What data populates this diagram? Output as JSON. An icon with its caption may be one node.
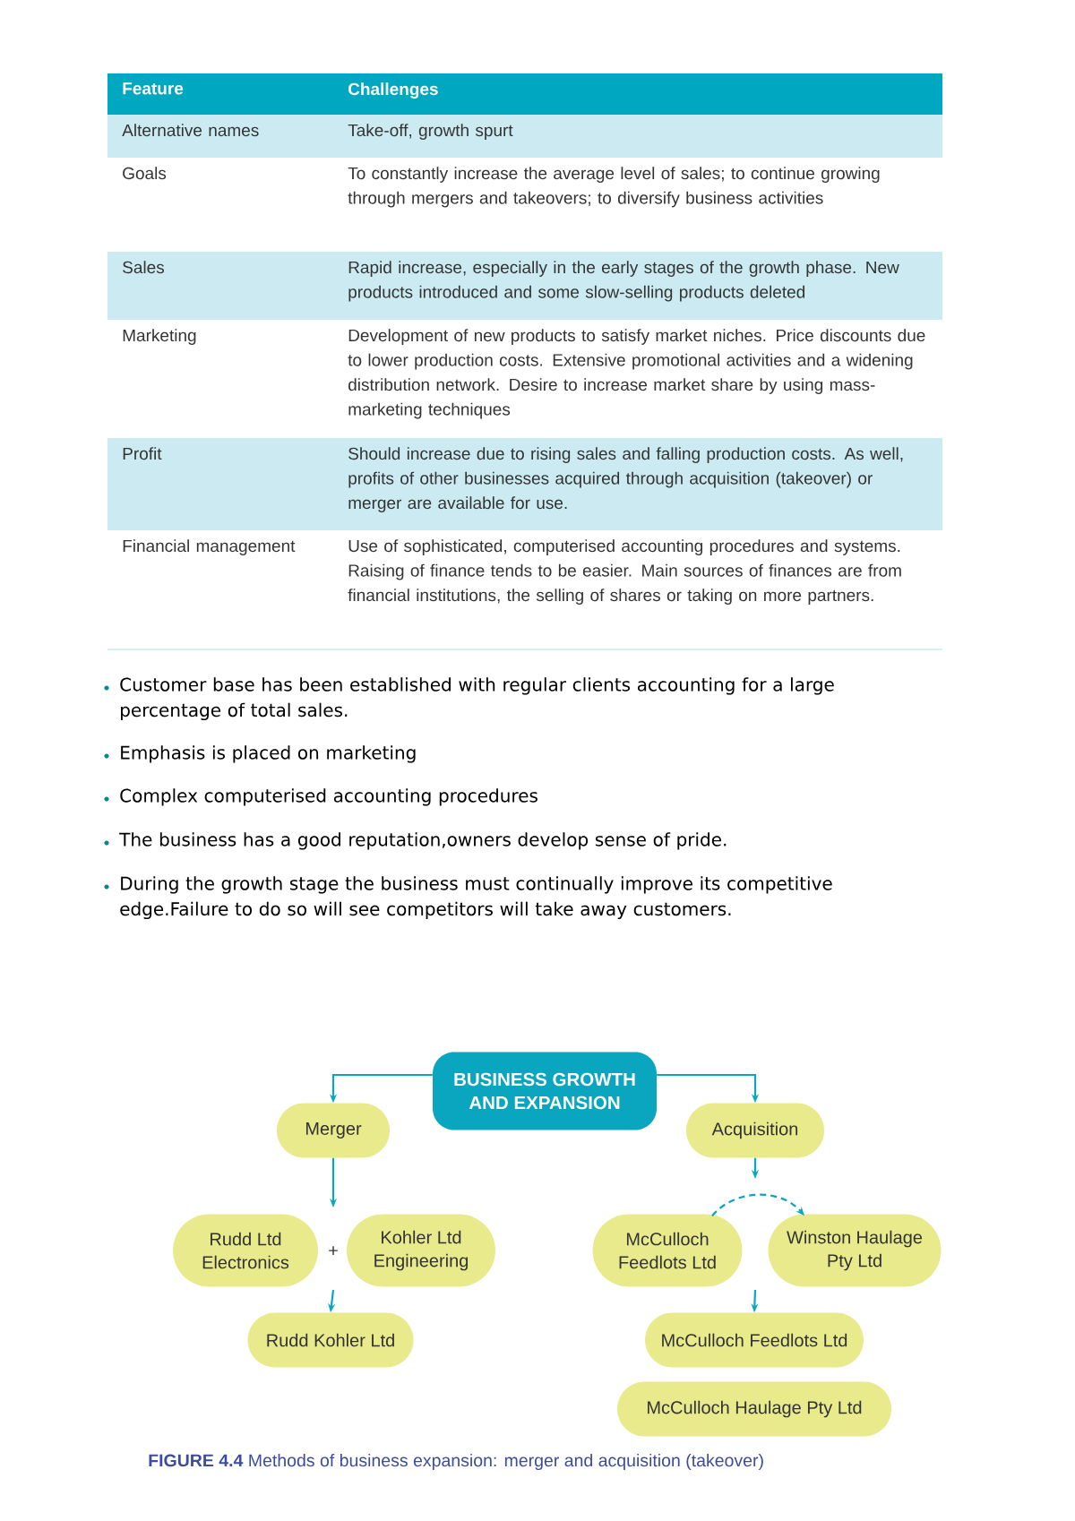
{
  "diagram": {
    "caption": "**FIGURE 4.4** Methods of business expansion: merger and acquisition (takeover)",
    "nodes": [
      {
        "text": [
          "BUSINESS GROWTH AND EXPANSION"
        ]
      },
      {
        "text": [
          "Merger"
        ]
      },
      {
        "text": [
          "Acquisition"
        ]
      },
      {
        "text": [
          "Rudd Ltd Electronics"
        ]
      },
      {
        "text": [
          "Kohler Ltd Engineering"
        ]
      },
      {
        "text": [
          "McCulloch Feedlots Ltd"
        ]
      },
      {
        "text": [
          "Winston Haulage Pty Ltd"
        ]
      },
      {
        "text": [
          "Rudd Kohler Ltd"
        ]
      },
      {
        "text": [
          "McCulloch Feedlots Ltd"
        ]
      },
      {
        "text": [
          "McCulloch Haulage Pty Ltd"
        ]
      }
    ],
    "edges": [
      {
        "from": 0,
        "to": 1,
        "arrow": "to"
      },
      {
        "from": 1,
        "to": null,
        "arrow": "to"
      },
      {
        "from": null,
        "to": 7,
        "arrow": "to"
      },
      {
        "from": 0,
        "to": 2,
        "arrow": "to"
      },
      {
        "from": 2,
        "to": null,
        "arrow": "to"
      },
      {
        "from": 5,
        "to": 6,
        "arrow": "to",
        "style": "dashed"
      },
      {
        "from": null,
        "to": 8,
        "arrow": "to"
      }
    ],
    "labels": [
      "Feature",
      "Challenges",
      "Alternative names",
      "Take-off, growth spurt",
      "Goals",
      "To constantly increase the average level of sales; to continue growing through mergers and takeovers; to diversify business activities",
      "Sales",
      "Rapid increase, especially in the early stages of the growth phase. New products introduced and some slow-selling products deleted",
      "Marketing",
      "Development of new products to satisfy market niches. Price discounts due to lower production costs. Extensive promotional activities and a widening distribution network. Desire to increase market share by using mass-marketing techniques",
      "Profit",
      "Should increase due to rising sales and falling production costs. As well, profits of other businesses acquired through acquisition (takeover) or merger are available for use.",
      "Financial management",
      "Use of sophisticated, computerised accounting procedures and systems. Raising of finance tends to be easier. Main sources of finances are from financial institutions, the selling of shares or taking on more partners.",
      "Customer base has been established with regular clients accounting for a large percentage of total sales.",
      "Emphasis is placed on marketing",
      "Complex computerised accounting procedures",
      "The business has a good reputation,owners develop sense of pride.",
      "During the growth stage the business must continually improve its competitive edge.Failure to do so will see competitors will take away customers.",
      "+"
    ]
  }
}
